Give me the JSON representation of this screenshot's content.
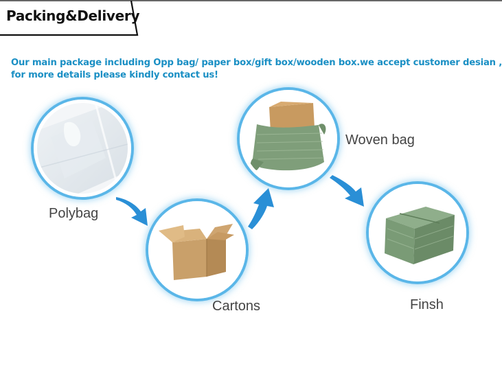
{
  "header": {
    "title": "Packing&Delivery"
  },
  "intro": {
    "line1": "Our main package including Opp bag/ paper box/gift box/wooden box.we accept customer desian ,",
    "line2": "for more details please kindly contact us!"
  },
  "steps": [
    {
      "label": "Polybag",
      "icon": "polybag-photo"
    },
    {
      "label": "Cartons",
      "icon": "carton-box-photo"
    },
    {
      "label": "Woven bag",
      "icon": "woven-bag-photo"
    },
    {
      "label": "Finsh",
      "icon": "finished-package-photo"
    }
  ],
  "colors": {
    "accent": "#1a8fc4",
    "ring": "#5ab6e8",
    "arrow": "#2a8fd6"
  }
}
